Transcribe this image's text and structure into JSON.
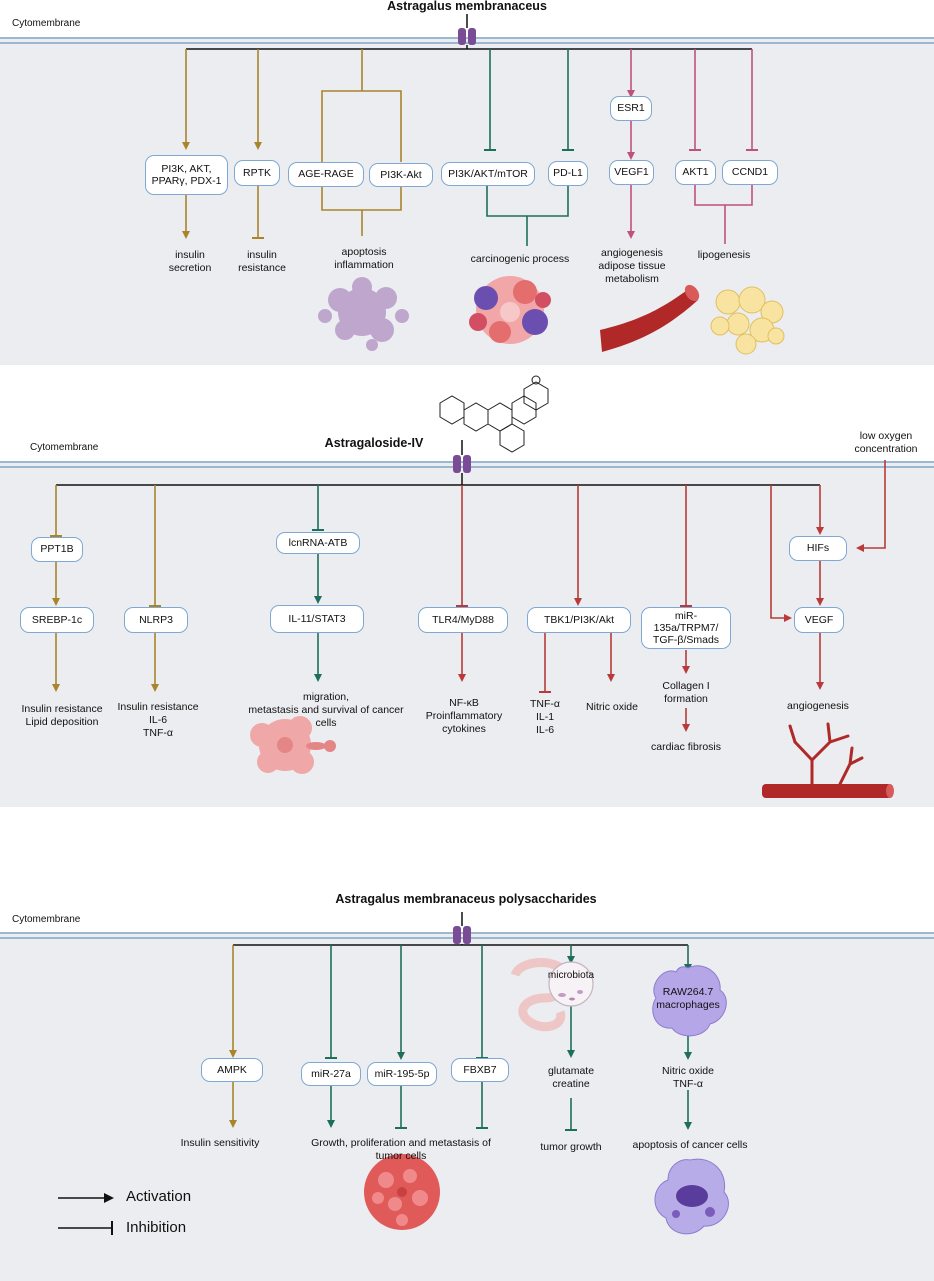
{
  "panel1": {
    "title": "Astragalus membranaceus",
    "cytomembrane": "Cytomembrane",
    "boxes": {
      "pi3k_akt_pparg": "PI3K, AKT,\nPPARγ, PDX-1",
      "rptk": "RPTK",
      "age_rage": "AGE-RAGE",
      "pi3k_akt": "PI3K-Akt",
      "pi3k_akt_mtor": "PI3K/AKT/mTOR",
      "pd_l1": "PD-L1",
      "esr1": "ESR1",
      "vegf1": "VEGF1",
      "akt1": "AKT1",
      "ccnd1": "CCND1"
    },
    "outcomes": {
      "insulin_secretion": "insulin\nsecretion",
      "insulin_resistance": "insulin\nresistance",
      "apoptosis": "apoptosis\ninflammation",
      "carcinogenic": "carcinogenic process",
      "angiogenesis": "angiogenesis\nadipose tissue\nmetabolism",
      "lipogenesis": "lipogenesis"
    }
  },
  "panel2": {
    "title": "Astragaloside-IV",
    "cytomembrane": "Cytomembrane",
    "low_oxygen": "low oxygen\nconcentration",
    "boxes": {
      "ppt1b": "PPT1B",
      "srebp": "SREBP-1c",
      "nlrp3": "NLRP3",
      "lncrna": "lcnRNA-ATB",
      "il11": "IL-11/STAT3",
      "tlr4": "TLR4/MyD88",
      "tbk1": "TBK1/PI3K/Akt",
      "mir135": "miR-135a/TRPM7/\nTGF-β/Smads",
      "hifs": "HIFs",
      "vegf": "VEGF"
    },
    "outcomes": {
      "ir_lipid": "Insulin resistance\nLipid deposition",
      "ir_il6": "Insulin resistance\nIL-6\nTNF-α",
      "migration": "migration,\nmetastasis and survival of cancer\ncells",
      "nfkb": "NF-κB\nProinflammatory\ncytokines",
      "tnf_il": "TNF-α\nIL-1\nIL-6",
      "nitric": "Nitric oxide",
      "collagen": "Collagen I\nformation",
      "cardiac": "cardiac fibrosis",
      "angiogenesis": "angiogenesis"
    }
  },
  "panel3": {
    "title": "Astragalus membranaceus polysaccharides",
    "cytomembrane": "Cytomembrane",
    "boxes": {
      "ampk": "AMPK",
      "mir27a": "miR-27a",
      "mir195": "miR-195-5p",
      "fbxb7": "FBXB7"
    },
    "labels": {
      "microbiota": "microbiota",
      "raw": "RAW264.7\nmacrophages"
    },
    "outcomes": {
      "insulin_sens": "Insulin sensitivity",
      "growth": "Growth, proliferation and metastasis of\ntumor cells",
      "glutamate": "glutamate\ncreatine",
      "tumor_growth": "tumor growth",
      "nitric_tnf": "Nitric oxide\nTNF-α",
      "apoptosis_cancer": "apoptosis of cancer cells"
    }
  },
  "legend": {
    "activation": "Activation",
    "inhibition": "Inhibition"
  },
  "colors": {
    "gold": "#a8842a",
    "green": "#1d6e5c",
    "pink": "#c0527a",
    "red": "#b83a3a",
    "panel_bg": "#ecedf0",
    "membrane": "#9cb8d0",
    "receptor": "#7a4c96",
    "box_border": "#7fa8d4"
  }
}
